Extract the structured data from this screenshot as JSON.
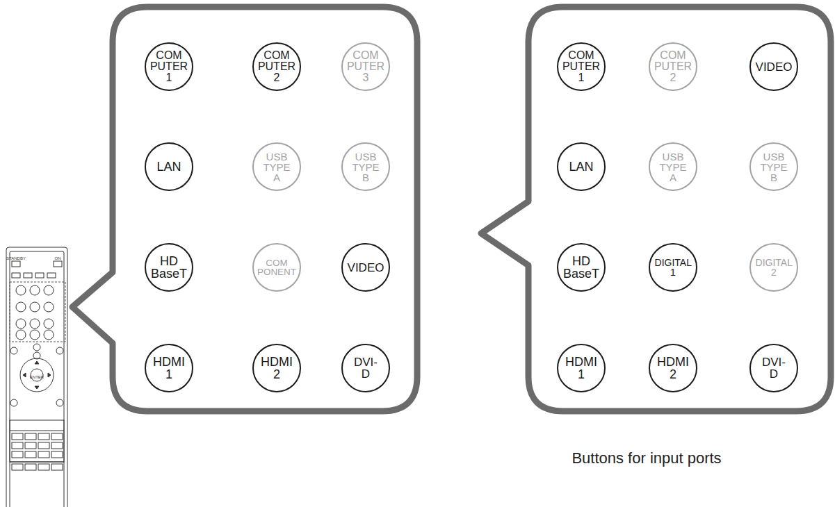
{
  "diagram": {
    "caption": "Buttons for input ports",
    "nodes": [
      {
        "text": [
          "COM PUTER 1"
        ]
      },
      {
        "text": [
          "COM PUTER 2"
        ]
      },
      {
        "text": [
          "COM PUTER 3"
        ]
      },
      {
        "text": [
          "LAN"
        ]
      },
      {
        "text": [
          "USB TYPE A"
        ]
      },
      {
        "text": [
          "USB TYPE B"
        ]
      },
      {
        "text": [
          "HD BaseT"
        ]
      },
      {
        "text": [
          "COM PONENT"
        ]
      },
      {
        "text": [
          "VIDEO"
        ]
      },
      {
        "text": [
          "HDMI 1"
        ]
      },
      {
        "text": [
          "HDMI 2"
        ]
      },
      {
        "text": [
          "DVI-D"
        ]
      },
      {
        "text": [
          "COM PUTER 1"
        ]
      },
      {
        "text": [
          "COM PUTER 2"
        ]
      },
      {
        "text": [
          "VIDEO"
        ]
      },
      {
        "text": [
          "LAN"
        ]
      },
      {
        "text": [
          "USB TYPE A"
        ]
      },
      {
        "text": [
          "USB TYPE B"
        ]
      },
      {
        "text": [
          "HD BaseT"
        ]
      },
      {
        "text": [
          "DIGITAL 1"
        ]
      },
      {
        "text": [
          "DIGITAL 2"
        ]
      },
      {
        "text": [
          "HDMI 1"
        ]
      },
      {
        "text": [
          "HDMI 2"
        ]
      },
      {
        "text": [
          "DVI-D"
        ]
      }
    ],
    "labels": [
      "STANDBY",
      "ON",
      "ENTER"
    ]
  }
}
